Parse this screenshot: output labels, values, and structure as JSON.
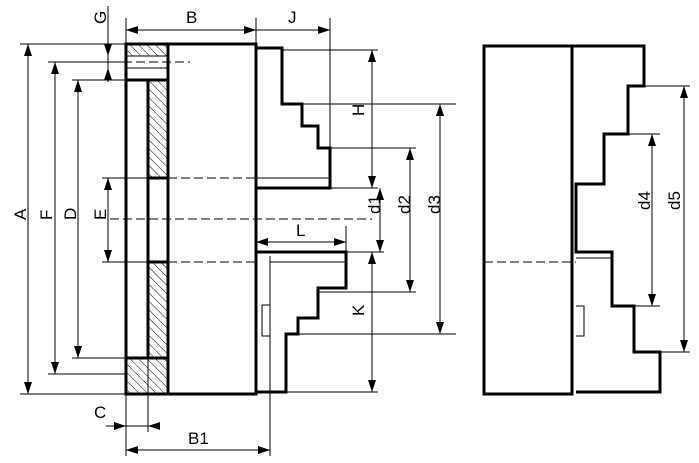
{
  "labels": {
    "A": "A",
    "F": "F",
    "D": "D",
    "E": "E",
    "G": "G",
    "B": "B",
    "J": "J",
    "H": "H",
    "d1": "d1",
    "d2": "d2",
    "d3": "d3",
    "L": "L",
    "K": "K",
    "C": "C",
    "B1": "B1",
    "d4": "d4",
    "d5": "d5"
  }
}
